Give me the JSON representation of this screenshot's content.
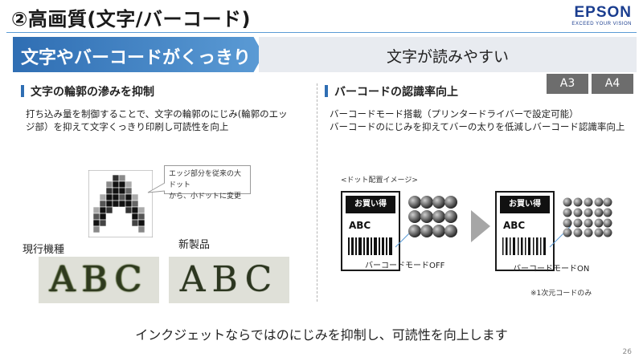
{
  "header": {
    "title": "②高画質(文字/バーコード)",
    "logo": {
      "brand": "EPSON",
      "tagline": "EXCEED YOUR VISION"
    }
  },
  "banner": {
    "left": "文字やバーコードがくっきり",
    "right": "文字が読みやすい"
  },
  "left_section": {
    "heading": "文字の輪郭の滲みを抑制",
    "description_line1": "打ち込み量を制御することで、文字の輪郭のにじみ(輪郭のエッ",
    "description_line2": "ジ部）を抑えて文字くっきり印刷し可読性を向上",
    "callout_line1": "エッジ部分を従来の大ドット",
    "callout_line2": "から、小ドットに変更",
    "sample_old_label": "現行機種",
    "sample_new_label": "新製品",
    "sample_text": "ABC"
  },
  "right_section": {
    "heading": "バーコードの認識率向上",
    "badges": [
      "A3",
      "A4"
    ],
    "description_line1": "バーコードモード搭載（プリンタードライバーで設定可能）",
    "description_line2": "バーコードのにじみを抑えてバーの太りを低減しバーコード認識率向上",
    "dot_caption": "<ドット配置イメージ>",
    "ticket_heading": "お買い得",
    "ticket_abc": "ABC",
    "mode_off_label": "バーコードモードOFF",
    "mode_on_label": "バーコードモードON",
    "note": "※1次元コードのみ"
  },
  "footer": {
    "conclusion": "インクジェットならではのにじみを抑制し、可読性を向上します",
    "page_number": "26"
  },
  "colors": {
    "accent_blue": "#2f6eb3",
    "accent_light_blue": "#5b9bd5",
    "brand_navy": "#1a3d8f",
    "badge_gray": "#6d6d6d"
  }
}
